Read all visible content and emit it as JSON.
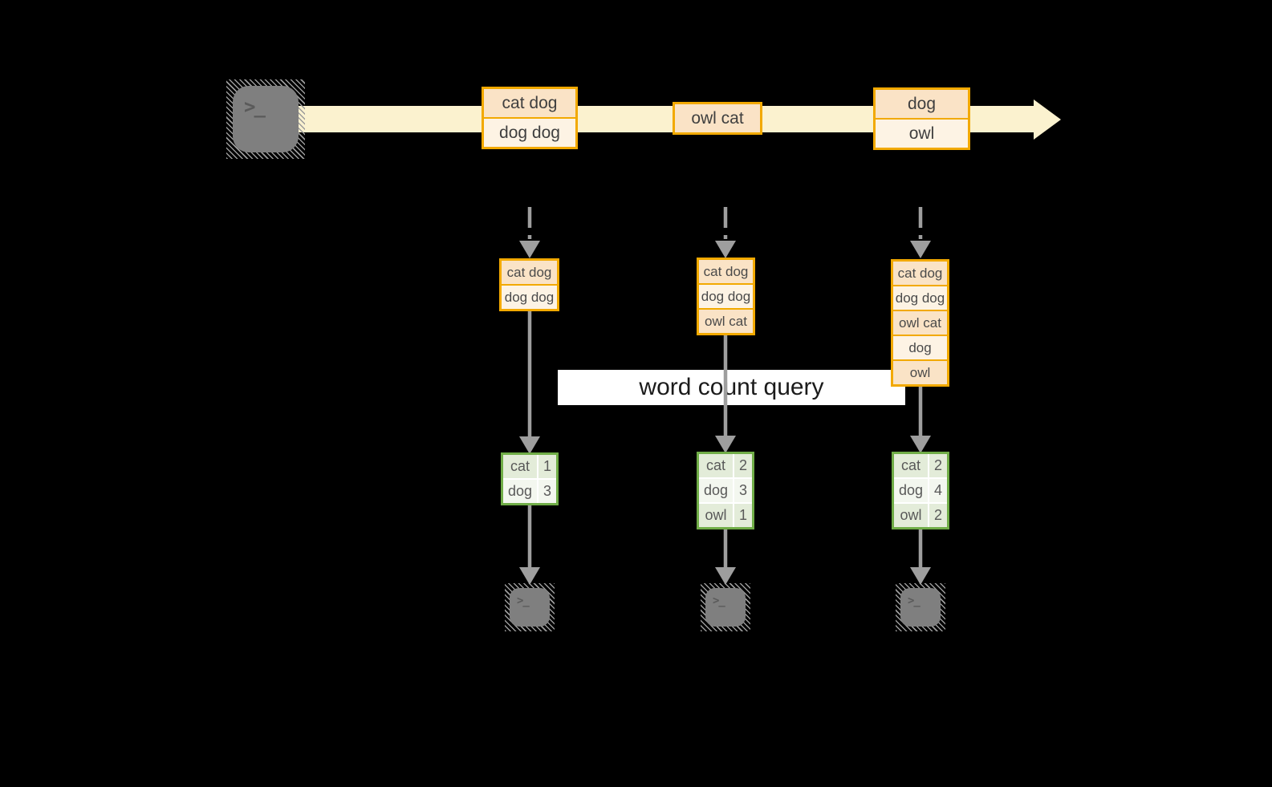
{
  "label": {
    "query": "word count query"
  },
  "terminal_glyph": ">_",
  "stream_boxes": [
    {
      "cells": [
        "cat dog",
        "dog dog"
      ]
    },
    {
      "cells": [
        "owl cat"
      ]
    },
    {
      "cells": [
        "dog",
        "owl"
      ]
    }
  ],
  "columns": [
    {
      "buffer": [
        "cat dog",
        "dog dog"
      ],
      "counts": [
        {
          "word": "cat",
          "count": "1"
        },
        {
          "word": "dog",
          "count": "3"
        }
      ]
    },
    {
      "buffer": [
        "cat dog",
        "dog dog",
        "owl cat"
      ],
      "counts": [
        {
          "word": "cat",
          "count": "2"
        },
        {
          "word": "dog",
          "count": "3"
        },
        {
          "word": "owl",
          "count": "1"
        }
      ]
    },
    {
      "buffer": [
        "cat dog",
        "dog dog",
        "owl cat",
        "dog",
        "owl"
      ],
      "counts": [
        {
          "word": "cat",
          "count": "2"
        },
        {
          "word": "dog",
          "count": "4"
        },
        {
          "word": "owl",
          "count": "2"
        }
      ]
    }
  ],
  "colors": {
    "accent_orange": "#F2A900",
    "cell_peach": "#FAE3C6",
    "cell_cream": "#FDF3E4",
    "stream_band": "#FBF2CF",
    "accent_green": "#70AD47",
    "cell_green": "#E3ECD9",
    "cell_green_light": "#F3F7EF",
    "arrow_gray": "#9E9E9E",
    "terminal_gray": "#7F7F7F",
    "label_bg": "#FFFFFF"
  }
}
